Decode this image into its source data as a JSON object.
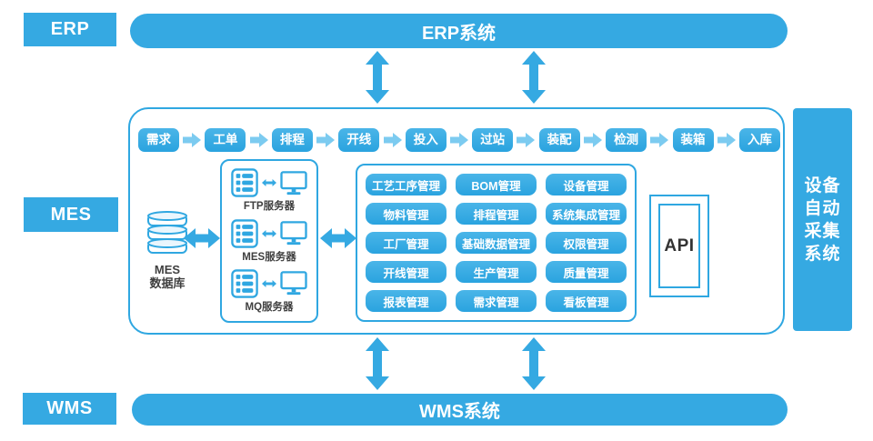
{
  "colors": {
    "accent": "#35a9e2",
    "border": "#2fa7e1",
    "flow_arrow": "#7ccbf0",
    "dark_text": "#3f3f3f",
    "api_text": "#333333",
    "db_top_fill": "#eaf6fd"
  },
  "left_labels": {
    "erp": "ERP",
    "mes": "MES",
    "wms": "WMS"
  },
  "top_bar": {
    "label": "ERP系统"
  },
  "bottom_bar": {
    "label": "WMS系统"
  },
  "right_bar": {
    "label": "设备自动采集系统",
    "lines": [
      "设备",
      "自动",
      "采集",
      "系统"
    ]
  },
  "process_flow": [
    "需求",
    "工单",
    "排程",
    "开线",
    "投入",
    "过站",
    "装配",
    "检测",
    "装箱",
    "入库"
  ],
  "database": {
    "label_line1": "MES",
    "label_line2": "数据库"
  },
  "servers": [
    "FTP服务器",
    "MES服务器",
    "MQ服务器"
  ],
  "modules": [
    [
      "工艺工序管理",
      "BOM管理",
      "设备管理"
    ],
    [
      "物料管理",
      "排程管理",
      "系统集成管理"
    ],
    [
      "工厂管理",
      "基础数据管理",
      "权限管理"
    ],
    [
      "开线管理",
      "生产管理",
      "质量管理"
    ],
    [
      "报表管理",
      "需求管理",
      "看板管理"
    ]
  ],
  "api": {
    "label": "API"
  },
  "icons": {
    "database": "database-icon",
    "server": "server-rack-icon",
    "monitor": "monitor-icon",
    "server_monitor_link": "double-arrow-horizontal-icon",
    "vertical_link": "double-arrow-vertical-icon",
    "flow_step": "arrow-right-icon"
  }
}
